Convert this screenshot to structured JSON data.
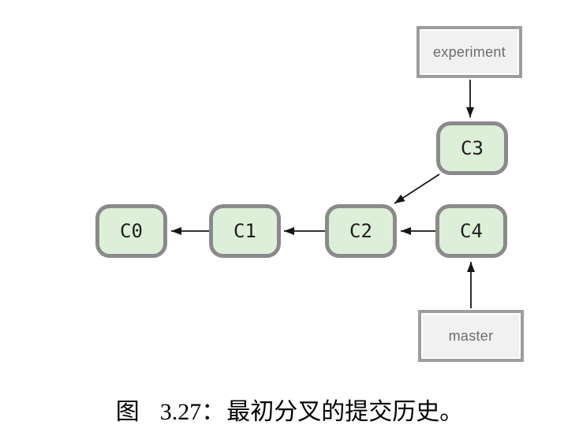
{
  "figure": {
    "caption": {
      "prefix": "图",
      "number": "3.27：",
      "text": "最初分叉的提交历史。"
    }
  },
  "diagram": {
    "type": "git-commit-graph",
    "commits": [
      {
        "id": "C0",
        "label": "C0"
      },
      {
        "id": "C1",
        "label": "C1"
      },
      {
        "id": "C2",
        "label": "C2"
      },
      {
        "id": "C3",
        "label": "C3"
      },
      {
        "id": "C4",
        "label": "C4"
      }
    ],
    "branches": [
      {
        "id": "experiment",
        "label": "experiment",
        "points_to": "C3"
      },
      {
        "id": "master",
        "label": "master",
        "points_to": "C4"
      }
    ],
    "edges": [
      {
        "from": "experiment",
        "to": "C3"
      },
      {
        "from": "C3",
        "to": "C2"
      },
      {
        "from": "C4",
        "to": "C2"
      },
      {
        "from": "C2",
        "to": "C1"
      },
      {
        "from": "C1",
        "to": "C0"
      },
      {
        "from": "master",
        "to": "C4"
      }
    ],
    "colors": {
      "commit_fill": "#ddefd8",
      "commit_border": "#8a8a8a",
      "commit_text": "#1c1c1c",
      "branch_fill": "#f1f1f1",
      "branch_border": "#9d9d9d",
      "branch_text": "#6d6d6d",
      "arrow": "#161616",
      "background": "#ffffff"
    }
  }
}
